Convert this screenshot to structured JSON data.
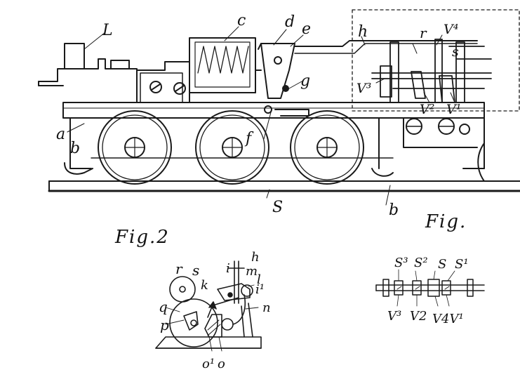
{
  "labels": {
    "L": "L",
    "c": "c",
    "d": "d",
    "e": "e",
    "h": "h",
    "r": "r",
    "v4": "V⁴",
    "s": "s",
    "v3": "V³",
    "g": "g",
    "a": "a",
    "v2": "V²",
    "v1": "V¹",
    "f": "f",
    "b": "b",
    "S": "S"
  },
  "fig2_labels": {
    "r": "r",
    "s": "s",
    "h": "h",
    "i": "i",
    "m": "m",
    "k": "k",
    "l": "l",
    "i1": "i¹",
    "q": "q",
    "n": "n",
    "p": "p",
    "o1": "o¹",
    "o": "o"
  },
  "fig3_labels": {
    "s3": "S³",
    "s2": "S²",
    "s": "S",
    "s1": "S¹",
    "v3": "V³",
    "v2": "V2",
    "v4v1": "V4V¹"
  },
  "captions": {
    "fig2": "Fig.2",
    "fig1": "Fig."
  }
}
